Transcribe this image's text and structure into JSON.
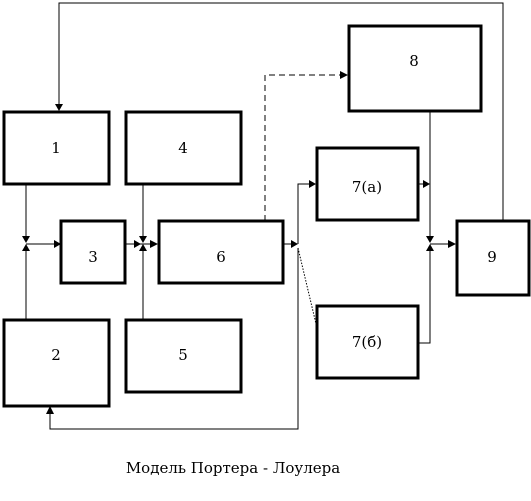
{
  "diagram": {
    "caption": "Модель Портера - Лоулера",
    "boxes": [
      {
        "id": "1",
        "label": "1"
      },
      {
        "id": "2",
        "label": "2"
      },
      {
        "id": "3",
        "label": "3"
      },
      {
        "id": "4",
        "label": "4"
      },
      {
        "id": "5",
        "label": "5"
      },
      {
        "id": "6",
        "label": "6"
      },
      {
        "id": "7a",
        "label": "7(а)"
      },
      {
        "id": "7b",
        "label": "7(б)"
      },
      {
        "id": "8",
        "label": "8"
      },
      {
        "id": "9",
        "label": "9"
      }
    ]
  }
}
